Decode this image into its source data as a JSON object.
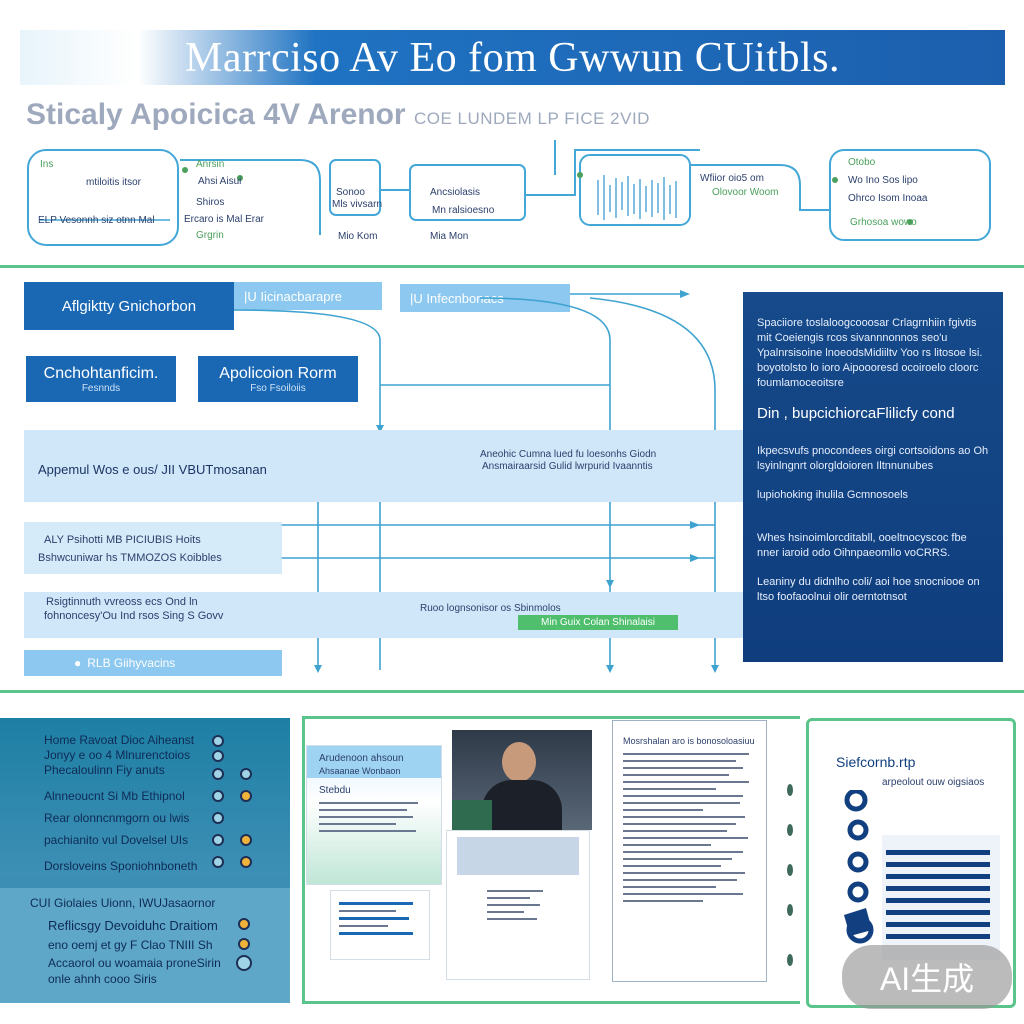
{
  "banner": {
    "title": "Marrciso Av Eo fom Gwwun CUitbls."
  },
  "subtitle": {
    "main": "Sticaly Apoicica 4V Arenor",
    "tail": "COE LUNDEM LP FICE 2VID"
  },
  "flow": {
    "node1": {
      "label1": "Ins",
      "label2": "mtiloitis itsor",
      "label3": "ELP Vesonnh siz otnn Mal"
    },
    "node2": {
      "label1": "Anrsin",
      "label2": "Ahsi Aisui",
      "label3": "Shiros",
      "label4": "Ercaro is Mal Erar",
      "label5": "Grgrin"
    },
    "node3": {
      "label1": "Sonoo",
      "label2": "Mls vivsarn",
      "label3": "Mio Kom"
    },
    "node4": {
      "label1": "Ancsiolasis",
      "label2": "Mn ralsioesno",
      "label3": "Mia Mon"
    },
    "node5": {
      "label1": "Wfiior oio5 om",
      "label2": "Olovoor Woom"
    },
    "node6": {
      "label1": "Otobo",
      "label2": "Wo Ino Sos lipo",
      "label3": "Ohrco Isom Inoaa",
      "label4": "Grhosoa wowo"
    }
  },
  "middle": {
    "eligibility_title": "Aflgiktty Gnichorbon",
    "eligibility_tab": "|U Iicinacbarapre",
    "tab2": "|U Infecnbonacs",
    "box1": {
      "title": "Cnchohtanficim.",
      "sub": "Fesnnds"
    },
    "box2": {
      "title": "Apolicoion Rorm",
      "sub": "Fso Fsoiloiis"
    },
    "band1_label": "Appemul Wos e ous/ JII VBUTmosanan",
    "band1_center_1": "Aneohic Cumna lued fu loesonhs Giodn",
    "band1_center_2": "Ansmairaarsid Gulid lwrpurid Ivaanntis",
    "band2_line1": "ALY Psihotti MB PICIUBIS Hoits",
    "band2_line2": "Bshwcuniwar hs TMMOZOS Koibbles",
    "band3_line1": "Rsigtinnuth vvreoss ecs Ond ln",
    "band3_line2": "fohnoncesy'Ou Ind rsos Sing S Govv",
    "band3_center": "Ruoo lognsonisor os Sbinmolos",
    "green_label": "Min Guix Colan Shinalaisi",
    "footer_bar": "RLB Giihyvacins"
  },
  "right_panel": {
    "p1": "Spaciiore toslaloogcooosar Crlagrnhiin fgivtis mit Coeiengis rcos sivannnonnos seo'u Ypalnrsisoine lnoeodsMidiiltv Yoo rs litosoe lsi. boyotolsto lo ioro Aipoooresd ocoiroelo cloorc foumlamoceoitsre",
    "heading": "Din , bupcichiorcaFlilicfy cond",
    "p2": "Ikpecsvufs pnocondees oirgi cortsoidons ao Oh lsyinlngnrt olorgldoioren Iltnnunubes",
    "p3": "lupiohoking ihulila Gcmnosoels",
    "p4": "Whes hsinoimlorcditabll, ooeltnocyscoc fbe nner iaroid odo Oihnpaeomllo voCRRS.",
    "p5": "Leaniny du didnlho coli/ aoi hoe snocniooe on ltso foofaoolnui olir oerntotnsot"
  },
  "bottom_left": {
    "items": [
      "Home Ravoat Dioc Aiheanst",
      "Jonyy e oo 4 Mlnurenctoios",
      "Phecaloulinn Fiy anuts",
      "Alnneoucnt Si Mb Ethipnol",
      "Rear olonncnmgorn ou lwis",
      "pachianito vul Dovelsel UIs",
      "Dorsloveins Sponiohnboneth"
    ],
    "list_title": "CUI Giolaies Uionn, IWUJasaornor",
    "items2": [
      "Reflicsgy Devoiduhc Draitiom",
      "eno oemj et gy F Clao TNIII Sh",
      "Accaorol ou woamaia proneSirin",
      "onle ahnh cooo Siris"
    ]
  },
  "cards": {
    "c1_title": "Arudenoon ahsoun",
    "c1_sub": "Ahsaanae Wonbaon",
    "c1_head": "Stebdu",
    "c3_title": "Mosrshalan aro is bonosoloasiuu",
    "c4_title": "Siefcornb.rtp",
    "c4_sub": "arpeolout ouw oigsiaos"
  },
  "watermark": "AI生成",
  "colors": {
    "primary": "#1a68b4",
    "dark_panel": "#123f80",
    "light_band": "#cfe7f8",
    "accent_green": "#5ac48a",
    "accent_line": "#3fa3d0"
  }
}
